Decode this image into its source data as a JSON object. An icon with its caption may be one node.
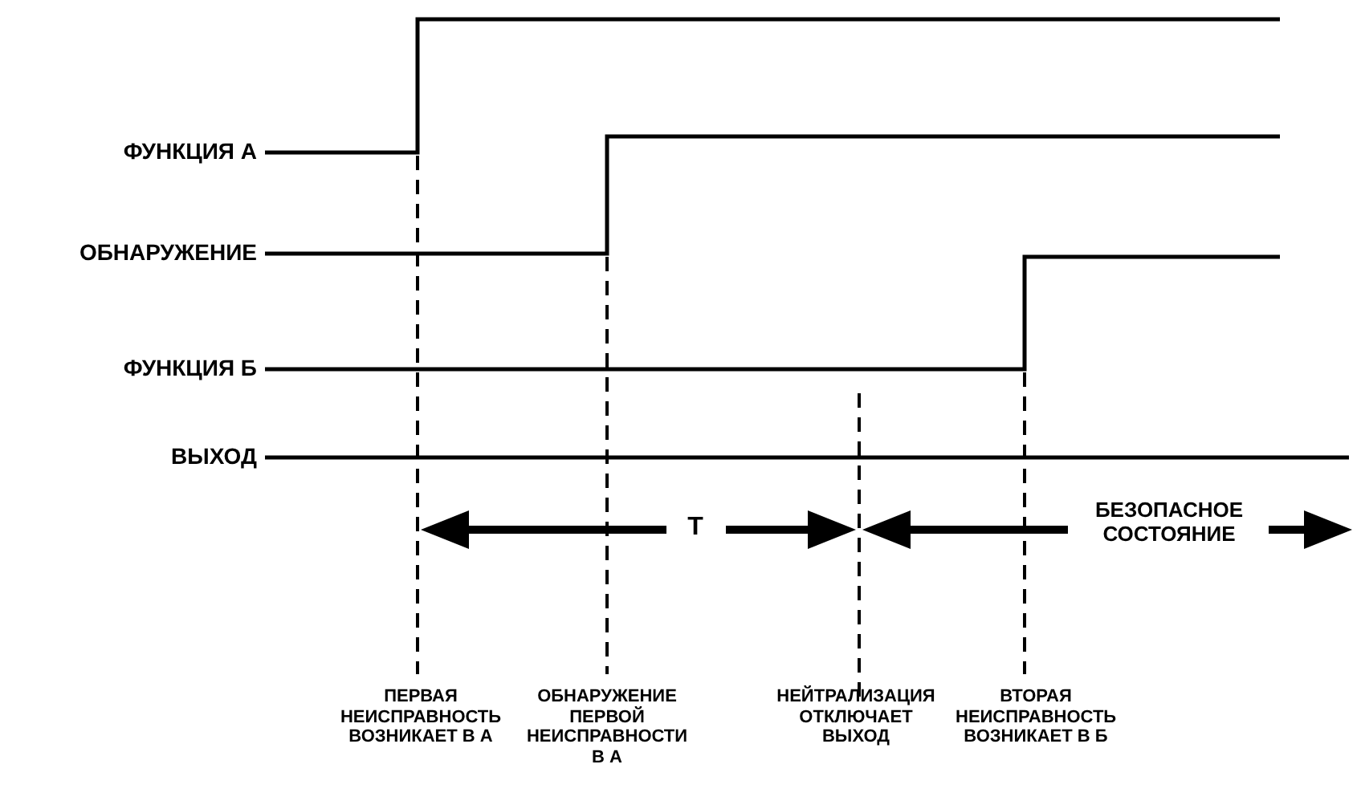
{
  "diagram": {
    "labels": [
      "ФУНКЦИЯ А",
      "ОБНАРУЖЕНИЕ",
      "ФУНКЦИЯ Б",
      "ВЫХОД",
      "Т",
      "БЕЗОПАСНОЕ СОСТОЯНИЕ",
      "ПЕРВАЯ НЕИСПРАВНОСТЬ ВОЗНИКАЕТ В А",
      "ОБНАРУЖЕНИЕ ПЕРВОЙ НЕИСПРАВНОСТИ В А",
      "НЕЙТРАЛИЗАЦИЯ ОТКЛЮЧАЕТ ВЫХОД",
      "ВТОРАЯ НЕИСПРАВНОСТЬ ВОЗНИКАЕТ В Б"
    ]
  }
}
